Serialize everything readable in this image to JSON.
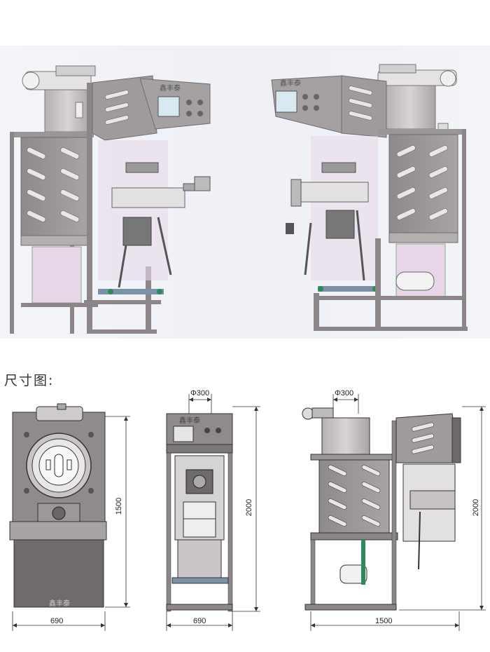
{
  "section_title": "尺寸图:",
  "brand_plate": "鑫丰泰",
  "dimensions": {
    "top_width": "690",
    "front_diameter": "Φ300",
    "front_height": "2000",
    "front_width": "690",
    "side_diameter": "Φ300",
    "side_height": "2000",
    "side_width": "1500",
    "top_height": "1500"
  },
  "colors": {
    "frame": "#8c8688",
    "panel": "#9b9799",
    "panel_light": "#c9c6c8",
    "pink": "#e9d8ea",
    "hopper": "#c7c2c4",
    "accent_green": "#2d8a5a",
    "screen": "#d8e9f2"
  }
}
